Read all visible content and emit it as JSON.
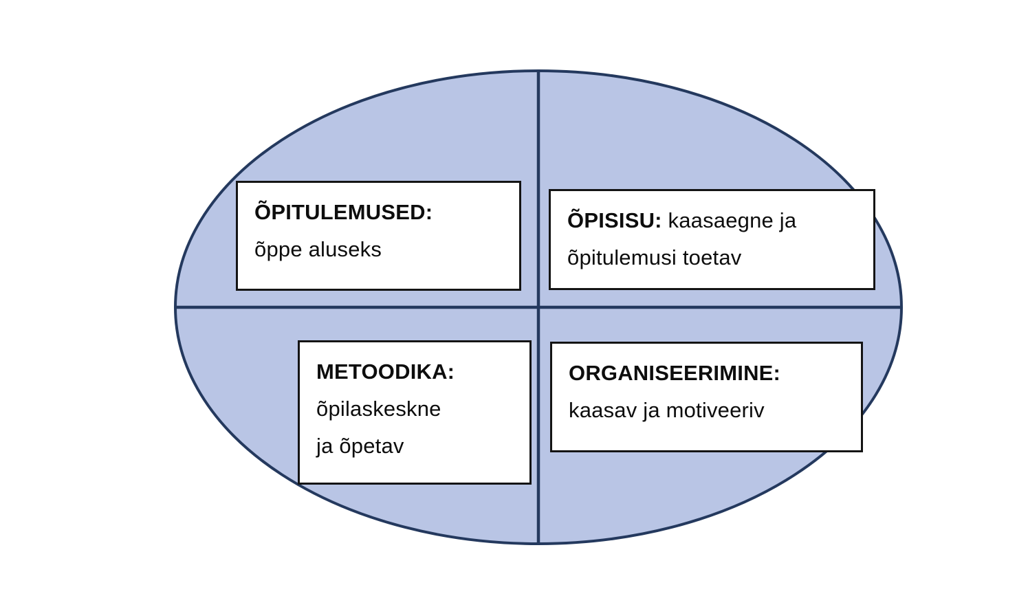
{
  "diagram": {
    "background_color": "#ffffff",
    "ellipse": {
      "fill": "#b9c5e5",
      "stroke": "#24395e"
    },
    "divider": {
      "stroke": "#24395e"
    },
    "quadrants": {
      "top_left": {
        "title": "ÕPITULEMUSED:",
        "body": "õppe aluseks"
      },
      "top_right": {
        "title": "ÕPISISU:",
        "body": " kaasaegne ja õpitulemusi toetav"
      },
      "bottom_left": {
        "title": "METOODIKA:",
        "body": "õpilaskeskne\nja õpetav"
      },
      "bottom_right": {
        "title": "ORGANISEERIMINE:",
        "body": "kaasav ja motiveeriv"
      }
    }
  }
}
